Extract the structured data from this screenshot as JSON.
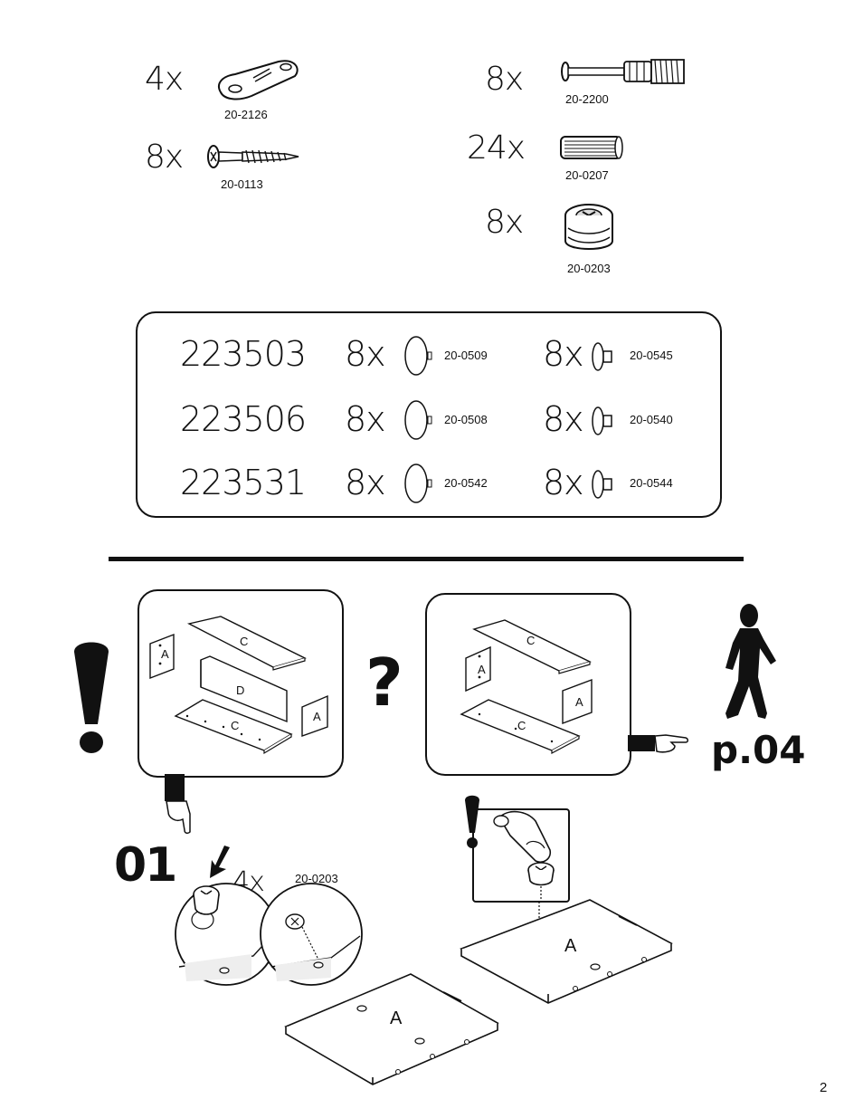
{
  "hardware_top": [
    {
      "qty": "4x",
      "code": "20-2126",
      "icon": "keyhole-hanger-plate-icon"
    },
    {
      "qty": "8x",
      "code": "20-0113",
      "icon": "wood-screw-icon"
    },
    {
      "qty": "8x",
      "code": "20-2200",
      "icon": "cam-bolt-icon"
    },
    {
      "qty": "24x",
      "code": "20-0207",
      "icon": "wooden-dowel-icon"
    },
    {
      "qty": "8x",
      "code": "20-0203",
      "icon": "cam-lock-icon"
    }
  ],
  "caps_table": [
    {
      "article": "223503",
      "cap_qty": "8x",
      "cap_code": "20-0509",
      "plug_qty": "8x",
      "plug_code": "20-0545"
    },
    {
      "article": "223506",
      "cap_qty": "8x",
      "cap_code": "20-0508",
      "plug_qty": "8x",
      "plug_code": "20-0540"
    },
    {
      "article": "223531",
      "cap_qty": "8x",
      "cap_code": "20-0542",
      "plug_qty": "8x",
      "plug_code": "20-0544"
    }
  ],
  "options": {
    "left_panels": [
      "A",
      "C",
      "D",
      "C",
      "A"
    ],
    "right_panels": [
      "C",
      "A",
      "A",
      "C"
    ],
    "question_mark": "?",
    "page_ref": "p.04"
  },
  "step": {
    "number": "01",
    "qty": "4x",
    "code": "20-0203",
    "panel_label": "A",
    "panel_label_right": "A"
  },
  "page_number": "2"
}
